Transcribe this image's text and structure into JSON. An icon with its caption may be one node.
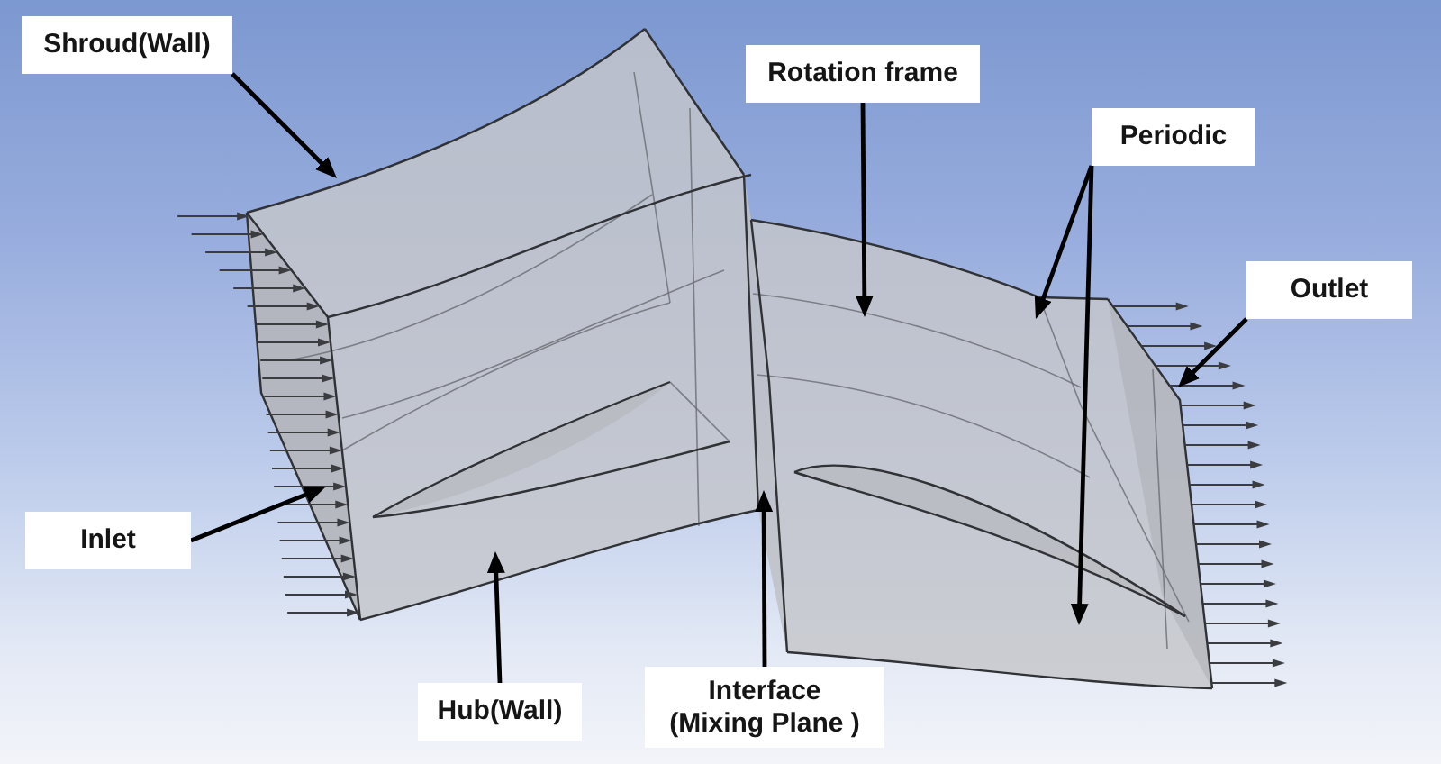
{
  "diagram": {
    "nodes": [
      {
        "text": [
          "Shroud(Wall)"
        ]
      },
      {
        "text": [
          "Rotation frame"
        ]
      },
      {
        "text": [
          "Periodic"
        ]
      },
      {
        "text": [
          "Outlet"
        ]
      },
      {
        "text": [
          "Inlet"
        ]
      },
      {
        "text": [
          "Hub(Wall)"
        ]
      },
      {
        "text": [
          "Interface (Mixing Plane )"
        ]
      }
    ],
    "edges": [
      {
        "from": 0,
        "to": null,
        "arrow": "to"
      },
      {
        "from": 1,
        "to": null,
        "arrow": "to"
      },
      {
        "from": 2,
        "to": null,
        "arrow": "to"
      },
      {
        "from": 2,
        "to": null,
        "arrow": "to"
      },
      {
        "from": 3,
        "to": null,
        "arrow": "to"
      },
      {
        "from": 4,
        "to": null,
        "arrow": "to"
      },
      {
        "from": 5,
        "to": null,
        "arrow": "to"
      },
      {
        "from": 6,
        "to": null,
        "arrow": "to"
      }
    ]
  }
}
